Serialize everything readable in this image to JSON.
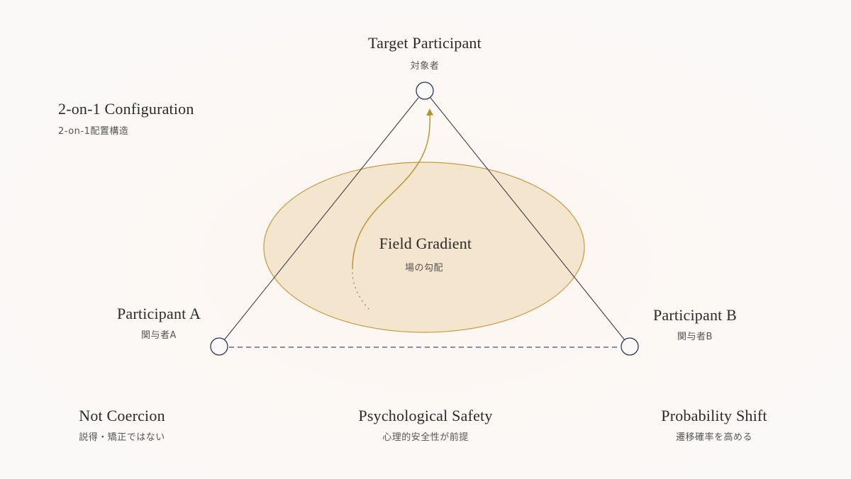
{
  "config": {
    "title": "2-on-1 Configuration",
    "subtitle": "2-on-1配置構造"
  },
  "nodes": {
    "target": {
      "label": "Target Participant",
      "sublabel": "対象者"
    },
    "participant_a": {
      "label": "Participant A",
      "sublabel": "関与者A"
    },
    "participant_b": {
      "label": "Participant B",
      "sublabel": "関与者B"
    }
  },
  "field": {
    "label": "Field Gradient",
    "sublabel": "場の勾配"
  },
  "principles": [
    {
      "label": "Not Coercion",
      "sublabel": "説得・矯正ではない"
    },
    {
      "label": "Psychological Safety",
      "sublabel": "心理的安全性が前提"
    },
    {
      "label": "Probability Shift",
      "sublabel": "遷移確率を高める"
    }
  ],
  "colors": {
    "background": "#fbf9f8",
    "line": "#2f2f3a",
    "node_stroke": "#2f3355",
    "field_fill": "#f2e2c8",
    "field_stroke": "#c69a3c",
    "arrow": "#b8912a",
    "dashed": "#4a4d72"
  }
}
